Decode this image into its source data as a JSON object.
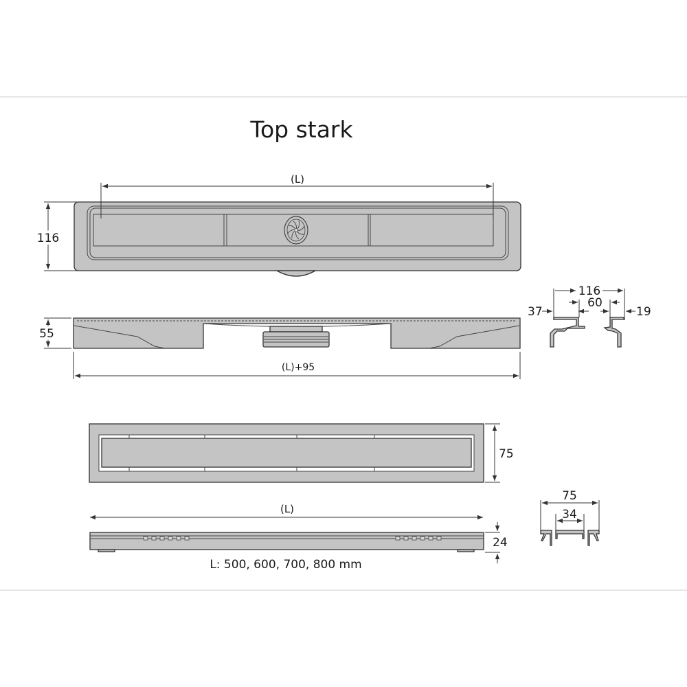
{
  "title": "Top stark",
  "colors": {
    "part_fill": "#c4c4c4",
    "line": "#333333",
    "frame": "#dddddd"
  },
  "dimensions": {
    "top_length": "(L)",
    "top_height": "116",
    "side_height": "55",
    "side_length": "(L)+95",
    "profile_width": "116",
    "profile_inner": "60",
    "profile_left": "37",
    "profile_right": "19",
    "grate_height": "75",
    "grate_length": "(L)",
    "grate_thickness": "24",
    "grate_profile_width": "75",
    "grate_profile_inner": "34"
  },
  "lengths_note": "L: 500, 600, 700, 800 mm"
}
